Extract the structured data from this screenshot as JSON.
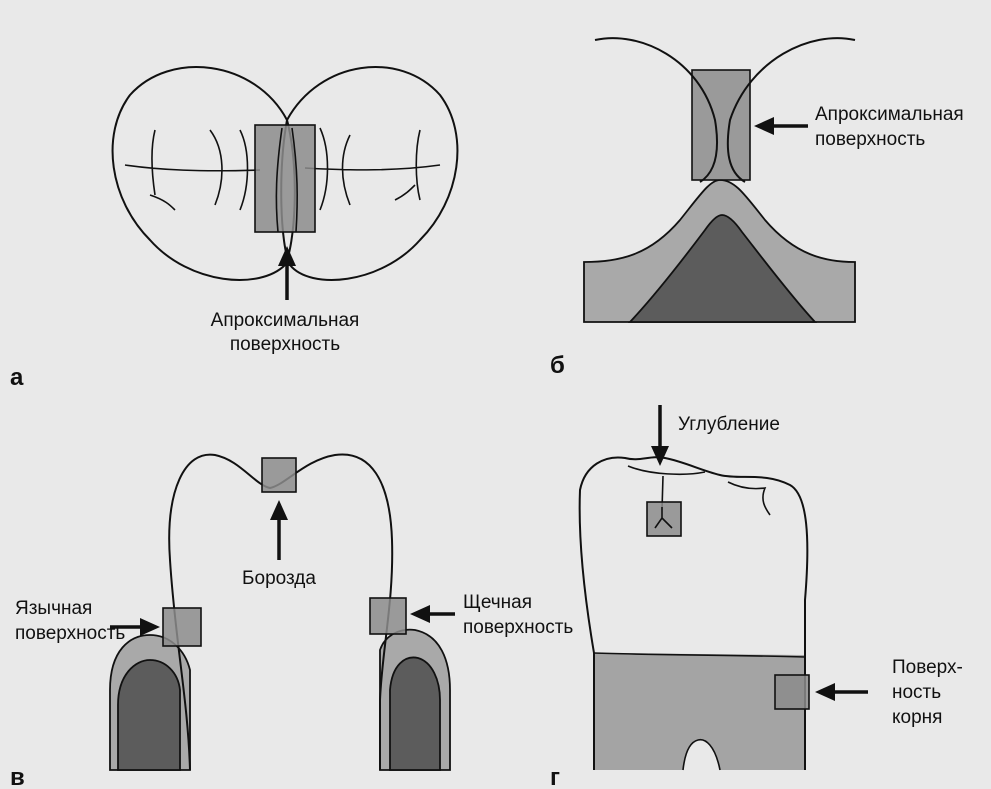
{
  "panels": {
    "a": {
      "letter": "а",
      "label_line1": "Апроксимальная",
      "label_line2": "поверхность"
    },
    "b": {
      "letter": "б",
      "label_line1": "Апроксимальная",
      "label_line2": "поверхность"
    },
    "v": {
      "letter": "в",
      "groove_label": "Борозда",
      "lingual_line1": "Язычная",
      "lingual_line2": "поверхность",
      "buccal_line1": "Щечная",
      "buccal_line2": "поверхность"
    },
    "g": {
      "letter": "г",
      "pit_label": "Углубление",
      "root_line1": "Поверх-",
      "root_line2": "ность",
      "root_line3": "корня"
    }
  },
  "colors": {
    "background": "#e9e9e9",
    "lesion_box": "#8c8c8c",
    "gum": "#a9a9a9",
    "bone": "#5c5c5c",
    "root": "#a4a4a4",
    "ink": "#111111"
  }
}
